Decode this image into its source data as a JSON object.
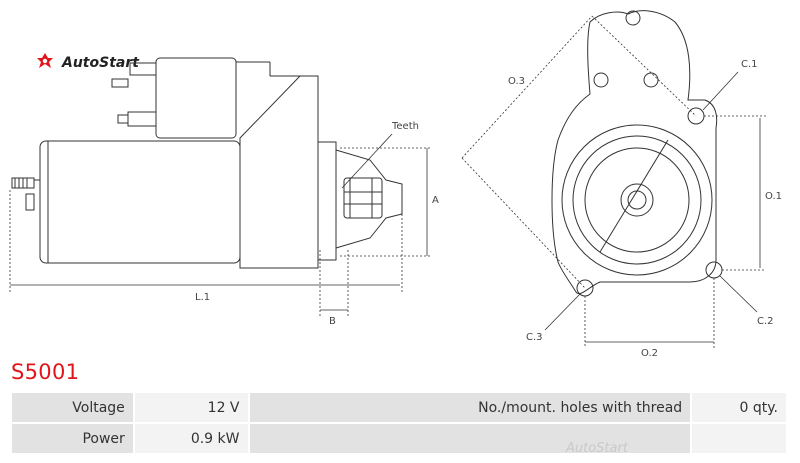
{
  "brand": {
    "name": "AutoStart",
    "watermark": "AutoStart"
  },
  "labels": {
    "teeth": "Teeth",
    "a": "A",
    "b": "B",
    "l1": "L.1",
    "o1": "O.1",
    "o2": "O.2",
    "o3": "O.3",
    "c1": "C.1",
    "c2": "C.2",
    "c3": "C.3"
  },
  "product": {
    "code": "S5001"
  },
  "specs": [
    {
      "label": "Voltage",
      "value": "12 V",
      "label2": "No./mount. holes with thread",
      "value2": "0 qty."
    },
    {
      "label": "Power",
      "value": "0.9 kW",
      "label2": "",
      "value2": ""
    }
  ],
  "colors": {
    "accent": "#e0151b",
    "line": "#333333",
    "table_head": "#e2e2e2",
    "table_cell": "#f3f3f3"
  }
}
